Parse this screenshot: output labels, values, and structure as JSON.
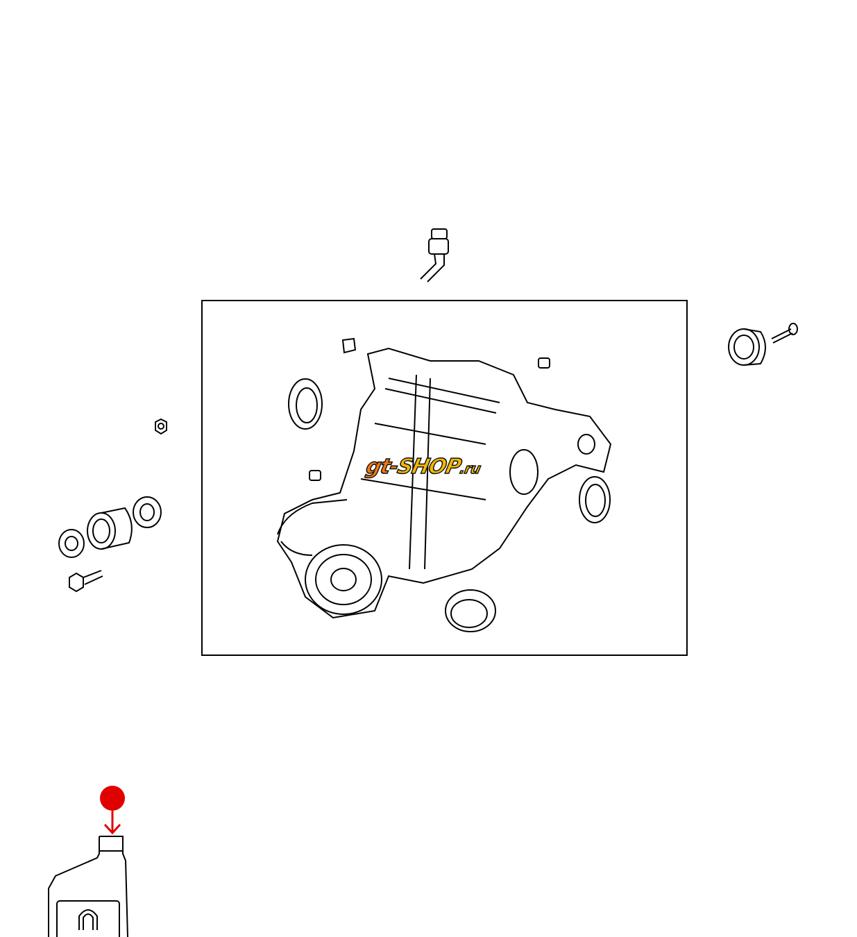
{
  "diagram": {
    "title_visible": false,
    "watermark": {
      "part1": "gt-",
      "part2": "SHOP",
      "part3": ".ru"
    },
    "parts": [
      {
        "name": "axle-assembly",
        "boxed": true
      },
      {
        "name": "vent-tube"
      },
      {
        "name": "bushing-right"
      },
      {
        "name": "nut"
      },
      {
        "name": "bushing-left"
      },
      {
        "name": "washers"
      },
      {
        "name": "bolt"
      },
      {
        "name": "fluid-bottle"
      }
    ],
    "colors": {
      "line": "#000000",
      "callout": "#e00000",
      "watermark_orange": "#f07a10",
      "watermark_yellow": "#f5b800"
    }
  }
}
